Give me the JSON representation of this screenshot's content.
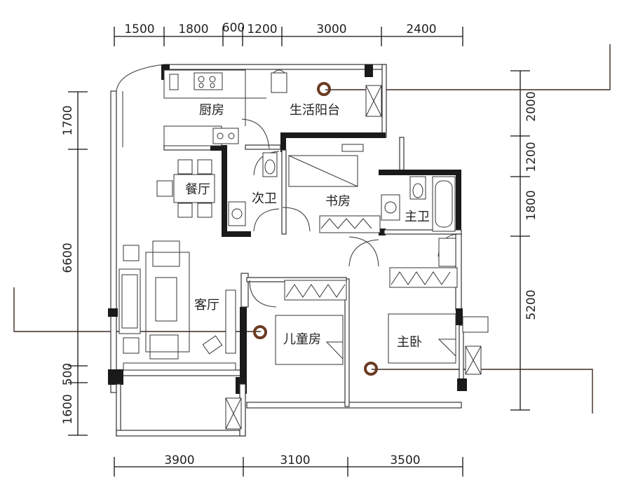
{
  "top_dims": [
    "1500",
    "1800",
    "600",
    "1200",
    "3000",
    "2400"
  ],
  "bottom_dims": [
    "3900",
    "3100",
    "3500"
  ],
  "left_dims": [
    "1700",
    "6600",
    "500",
    "1600"
  ],
  "right_dims": [
    "2000",
    "1200",
    "1800",
    "5200"
  ],
  "rooms": {
    "kitchen": "厨房",
    "balcony": "生活阳台",
    "dining": "餐厅",
    "second_bath": "次卫",
    "study": "书房",
    "master_bath": "主卫",
    "living": "客厅",
    "kids_room": "儿童房",
    "master_bedroom": "主卧"
  },
  "colors": {
    "wall": "#1a1a1a",
    "line": "#333333",
    "marker": "#6b3b23"
  }
}
